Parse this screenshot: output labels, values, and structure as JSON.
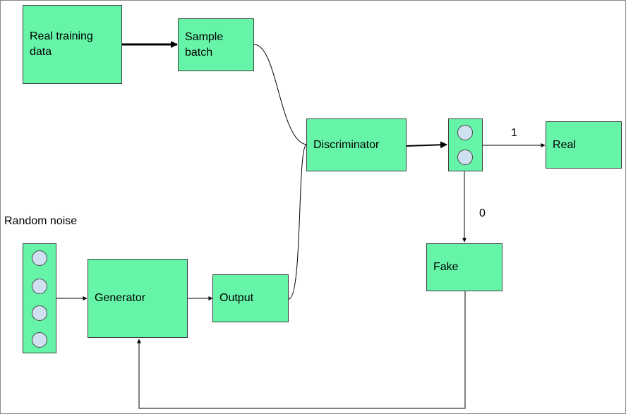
{
  "diagram": {
    "nodes": {
      "real_training_data": "Real training\ndata",
      "sample_batch": "Sample\nbatch",
      "discriminator": "Discriminator",
      "real": "Real",
      "fake": "Fake",
      "generator": "Generator",
      "output": "Output"
    },
    "labels": {
      "random_noise": "Random noise",
      "edge_one": "1",
      "edge_zero": "0"
    },
    "colors": {
      "node_fill": "#66f4a8",
      "node_border": "#3f3f3f",
      "circle_fill": "#cfe0f0",
      "line": "#000000"
    }
  }
}
